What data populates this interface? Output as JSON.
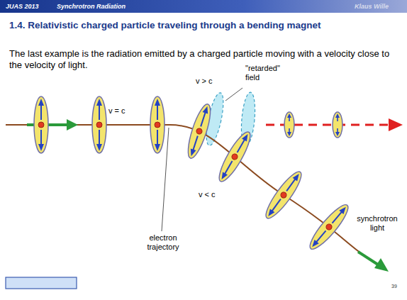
{
  "diagram": {
    "title": "1.4. Relativistic charged particle traveling through a bending magnet",
    "nodes": [
      {
        "text": [
          "JUAS 2013",
          "Synchrotron Radiation",
          "Klaus Wille"
        ]
      }
    ],
    "labels": [
      "The last example is the radiation emitted by a charged particle moving with a velocity close to the velocity of light.",
      "v > c",
      "\"retarded\" field",
      "v = c",
      "v < c",
      "electron trajectory",
      "synchrotron light",
      "39"
    ]
  }
}
